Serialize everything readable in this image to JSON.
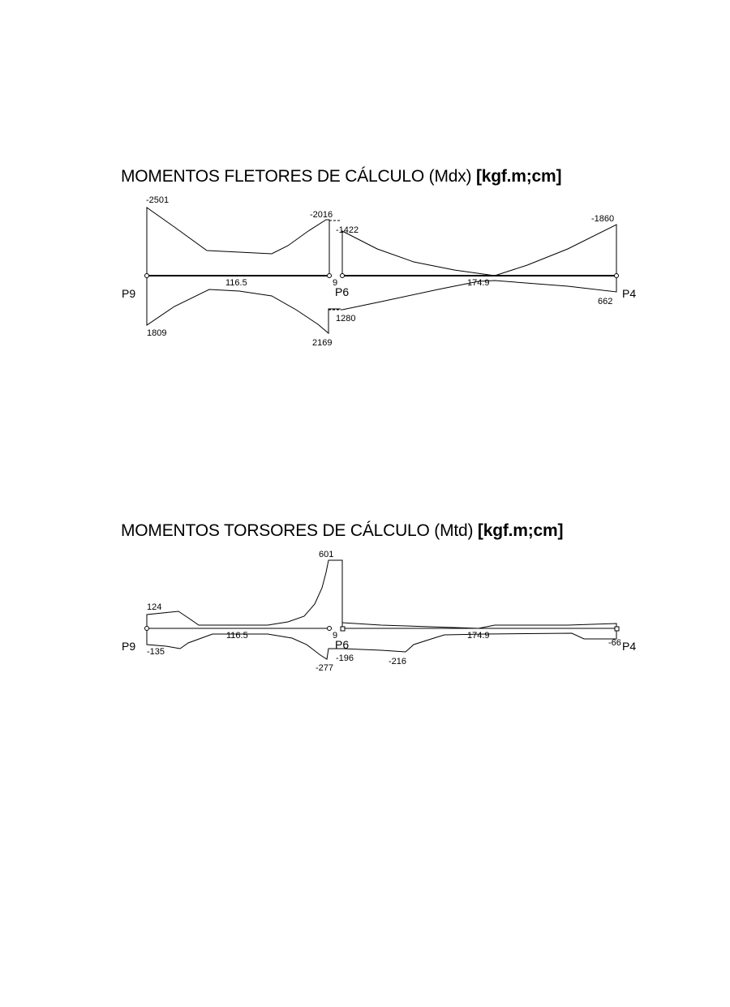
{
  "diagrams": [
    {
      "id": "mdx",
      "title_main": "MOMENTOS FLETORES DE CÁLCULO (Mdx)",
      "title_unit": "[kgf.m;cm]",
      "supports": {
        "left": "P9",
        "mid": "P6",
        "right": "P4"
      },
      "spans": {
        "span1": "116.5",
        "gap": "9",
        "span2": "174.9"
      },
      "values": {
        "left_top": "-2501",
        "left_bottom": "1809",
        "mid_top_left": "-2016",
        "mid_top_right": "-1422",
        "mid_bottom_left": "2169",
        "mid_bottom_right": "1280",
        "right_top": "-1860",
        "right_bottom": "662"
      }
    },
    {
      "id": "mtd",
      "title_main": "MOMENTOS TORSORES DE CÁLCULO (Mtd)",
      "title_unit": "[kgf.m;cm]",
      "supports": {
        "left": "P9",
        "mid": "P6",
        "right": "P4"
      },
      "spans": {
        "span1": "116.5",
        "gap": "9",
        "span2": "174.9"
      },
      "values": {
        "left_top": "124",
        "left_bottom": "-135",
        "peak_top": "601",
        "mid_bottom_left": "-277",
        "mid_bottom_right": "-196",
        "span2_bottom": "-216",
        "right_bottom": "-66"
      }
    }
  ]
}
